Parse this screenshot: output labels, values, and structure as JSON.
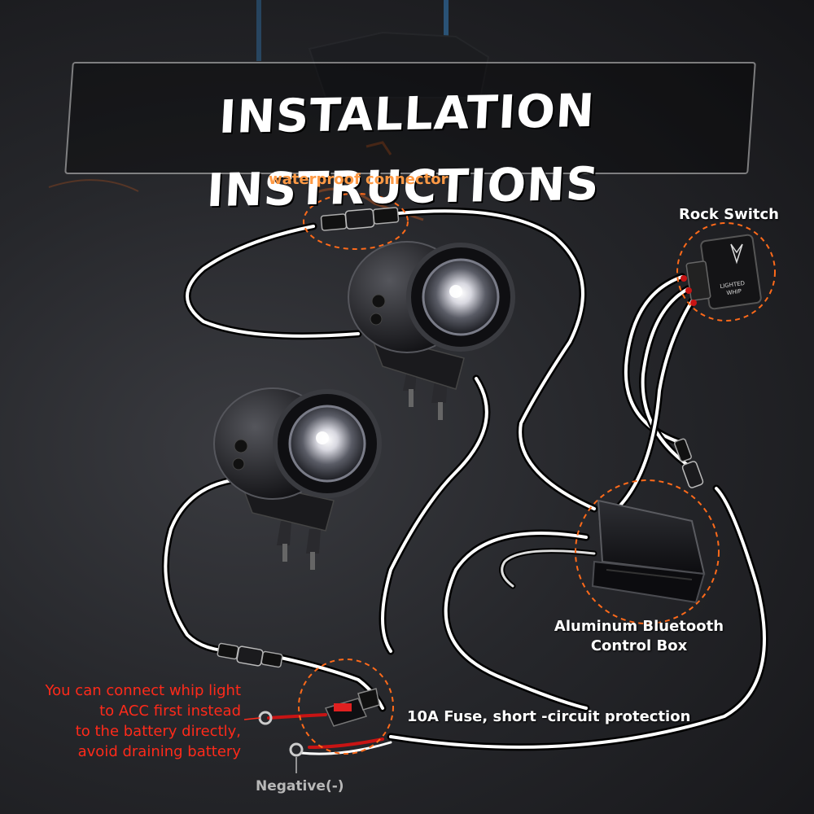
{
  "title": "INSTALLATION INSTRUCTIONS",
  "callouts": {
    "waterproof_connector": "waterproof connector",
    "rock_switch": "Rock Switch",
    "control_box_line1": "Aluminum Bluetooth",
    "control_box_line2": "Control Box",
    "fuse": "10A Fuse, short -circuit protection",
    "negative": "Negative(-)",
    "acc_note_line1": "You can connect whip light",
    "acc_note_line2": "to ACC first instead",
    "acc_note_line3": "to the battery directly,",
    "acc_note_line4": "avoid draining battery"
  },
  "switch_text": {
    "line1": "LIGHTED",
    "line2": "WHIP"
  },
  "colors": {
    "accent_orange": "#ff8a30",
    "warning_red": "#ff2a1a",
    "wire": "#ffffff",
    "highlight_ring": "#ff6a1a"
  },
  "icons": [
    "spotlight-icon",
    "rock-switch-icon",
    "control-box-icon",
    "fuse-holder-icon",
    "ring-terminal-icon",
    "connector-icon"
  ]
}
